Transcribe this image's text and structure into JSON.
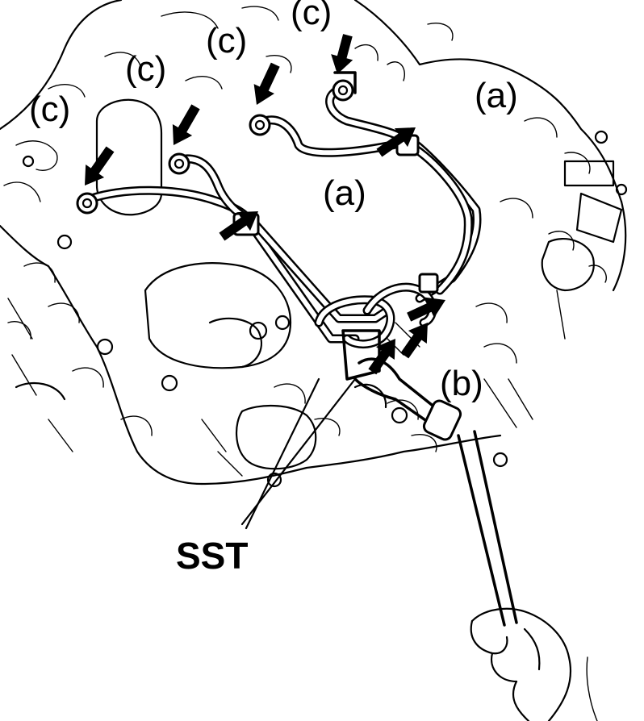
{
  "labels": {
    "c": "(c)",
    "a": "(a)",
    "b": "(b)",
    "sst": "SST"
  },
  "colors": {
    "ink": "#000000",
    "paper": "#ffffff"
  }
}
